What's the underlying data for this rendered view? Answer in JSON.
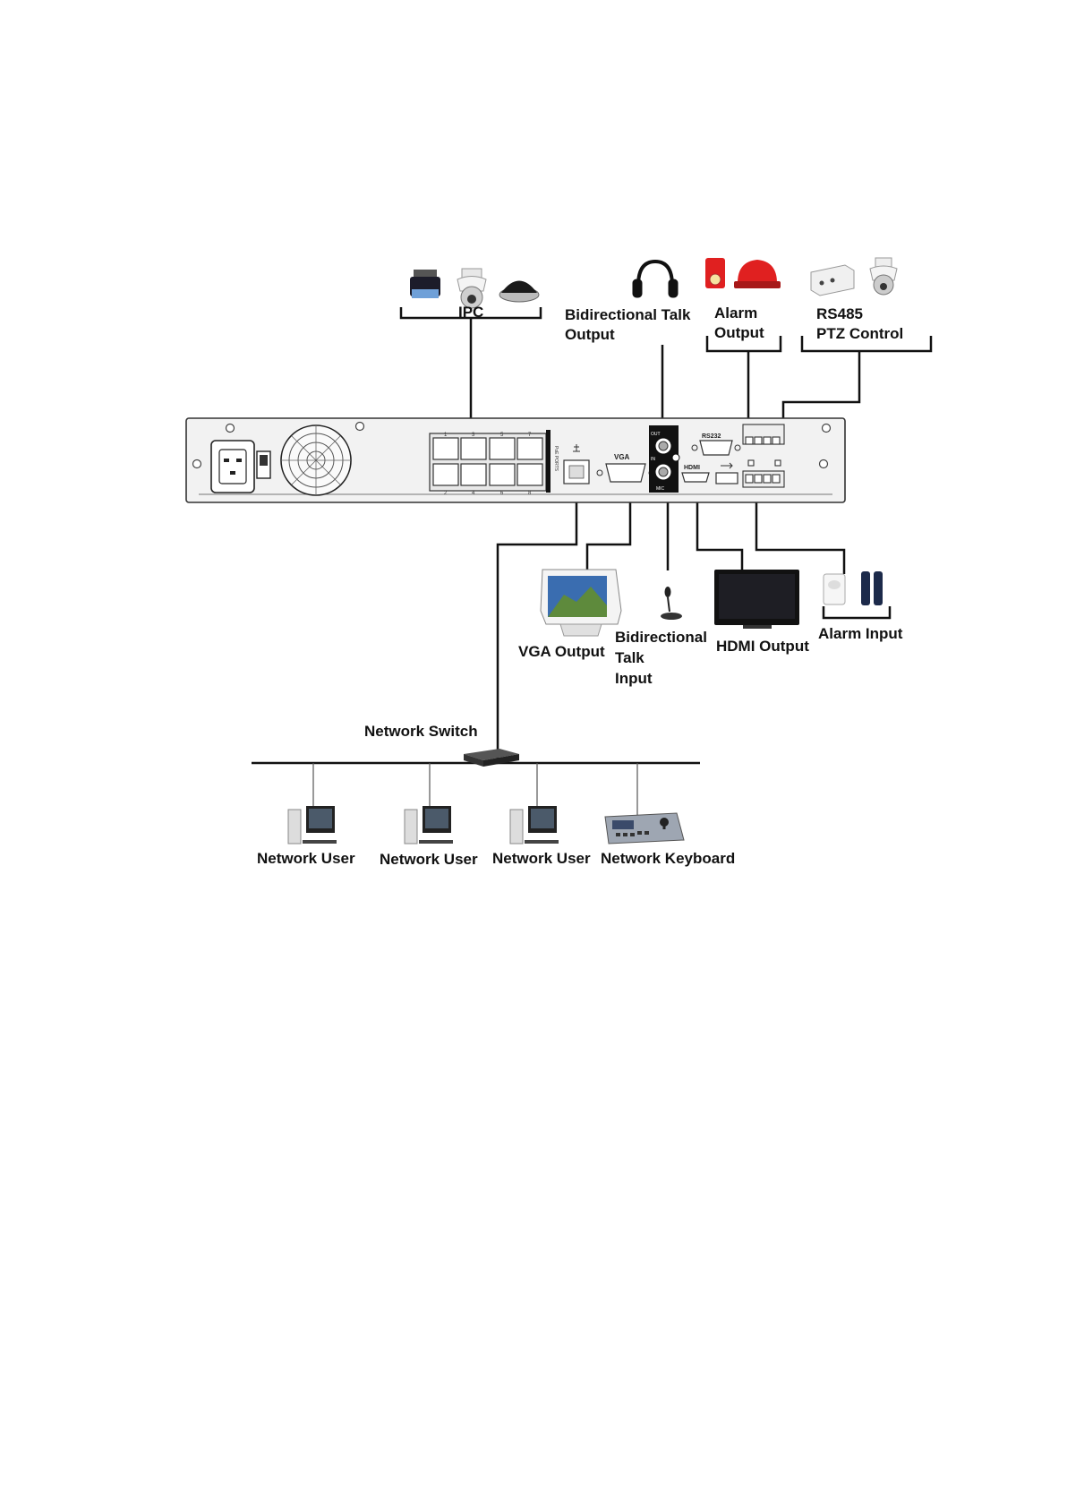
{
  "labels": {
    "ipc": "IPC",
    "bidirectional_talk_output": [
      "Bidirectional Talk",
      "Output"
    ],
    "alarm_output": [
      "Alarm",
      "Output"
    ],
    "rs485_ptz_control": [
      "RS485",
      "PTZ Control"
    ],
    "vga_output": "VGA Output",
    "bidirectional_talk_input": [
      "Bidirectional",
      "Talk",
      "Input"
    ],
    "hdmi_output": "HDMI Output",
    "alarm_input": "Alarm Input",
    "network_switch": "Network Switch",
    "network_users": [
      "Network User",
      "Network User",
      "Network User"
    ],
    "network_keyboard": "Network Keyboard"
  },
  "panel": {
    "poe_port_numbers_top": [
      "1",
      "3",
      "5",
      "7"
    ],
    "poe_port_numbers_bottom": [
      "2",
      "4",
      "6",
      "8"
    ],
    "poe_label": "PoE PORTS",
    "vga_label": "VGA",
    "rs232_label": "RS232",
    "hdmi_label": "HDMI",
    "audio_out_label": "OUT",
    "audio_in_label": "IN",
    "mic_label": "MIC"
  },
  "colors": {
    "line": "#111111",
    "panel": "#f2f2f2",
    "panel_stroke": "#333333",
    "alarm_red": "#e02020",
    "screen_blue": "#3a6db0"
  }
}
